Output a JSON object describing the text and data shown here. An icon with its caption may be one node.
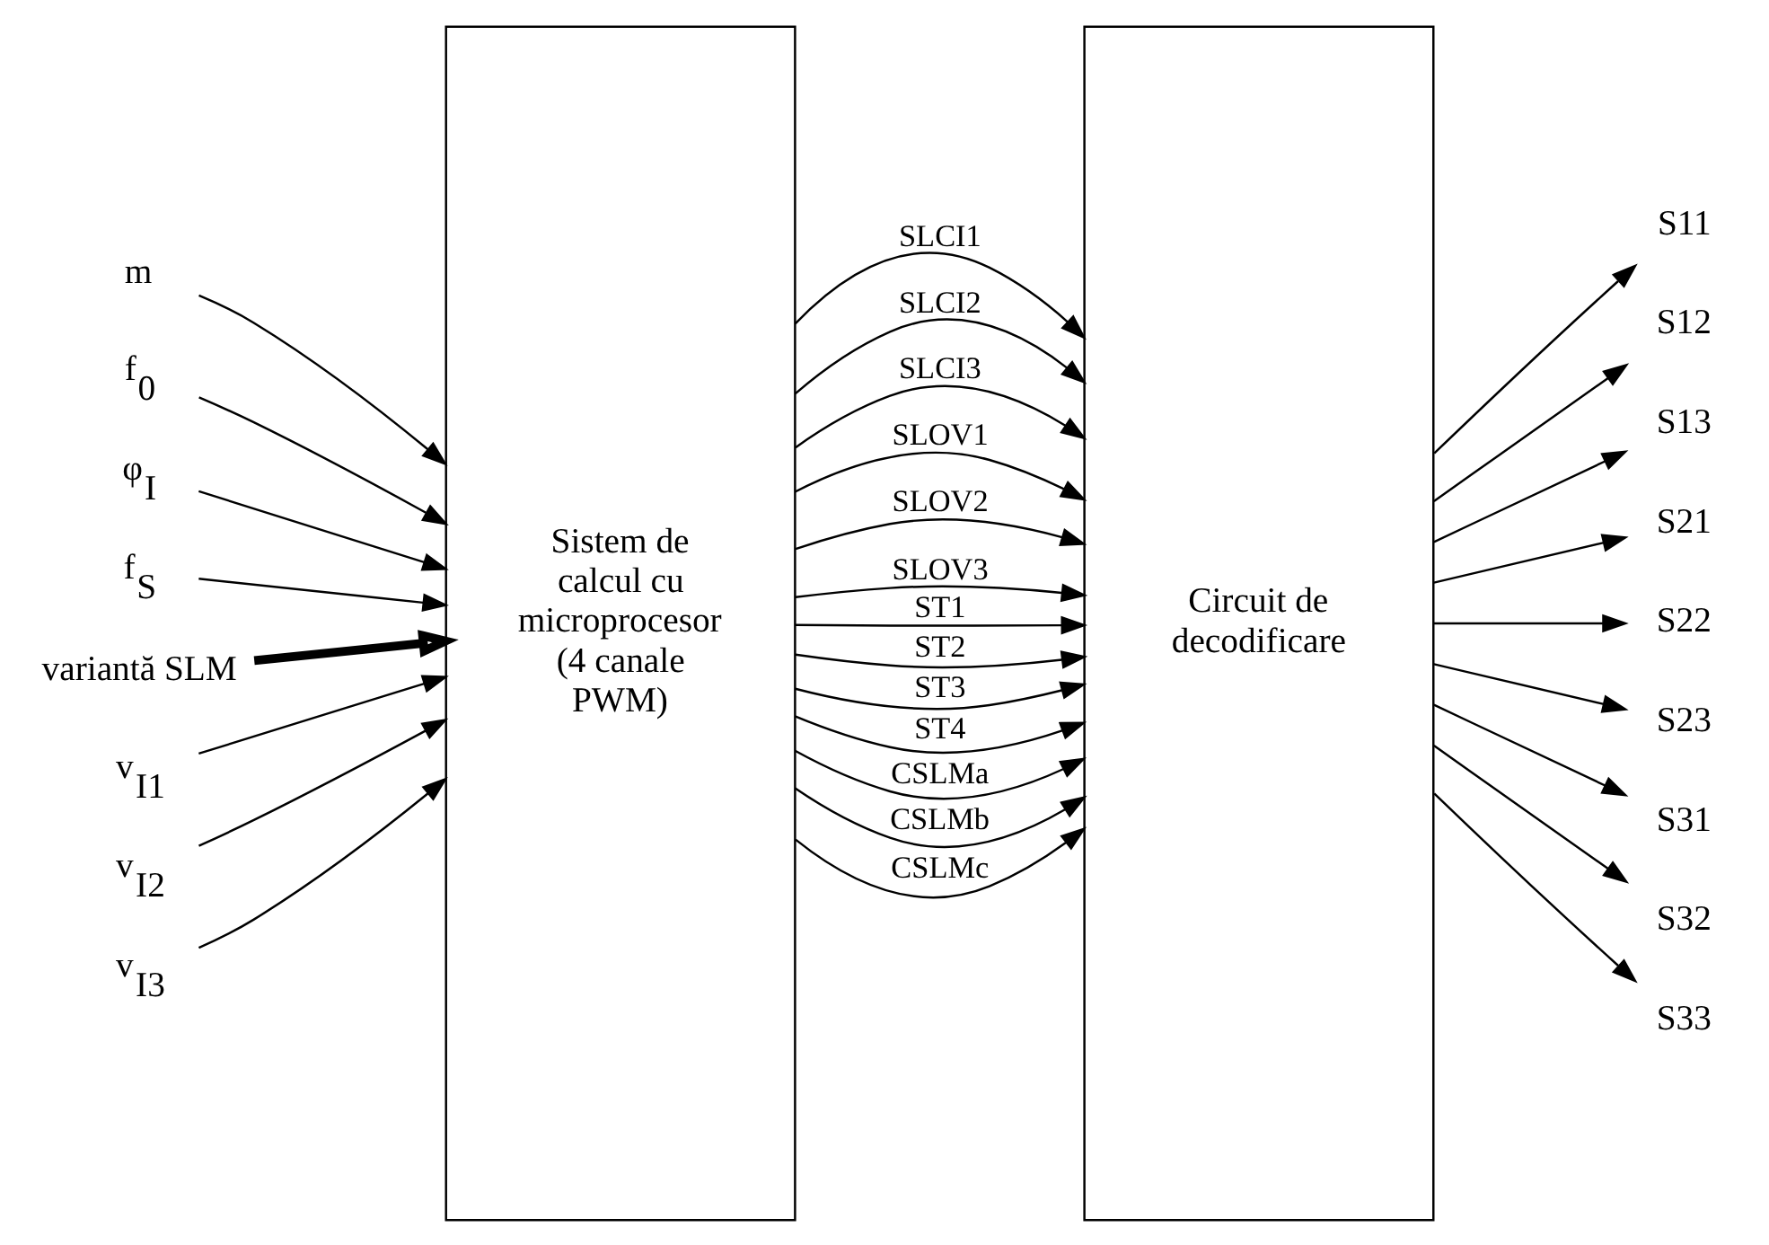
{
  "diagram": {
    "nodes": [
      {
        "text": [
          "m"
        ]
      },
      {
        "text": [
          "f$_{0}$"
        ]
      },
      {
        "text": [
          "φ$_{I}$"
        ]
      },
      {
        "text": [
          "f$_{S}$"
        ]
      },
      {
        "text": [
          "variantă SLM"
        ]
      },
      {
        "text": [
          "v$_{I1}$"
        ]
      },
      {
        "text": [
          "v$_{I2}$"
        ]
      },
      {
        "text": [
          "v$_{I3}$"
        ]
      },
      {
        "text": [
          "Sistem de calcul cu microprocesor (4 canale PWM)"
        ]
      },
      {
        "text": [
          "Circuit de decodificare"
        ]
      },
      {
        "text": [
          "S11"
        ]
      },
      {
        "text": [
          "S12"
        ]
      },
      {
        "text": [
          "S13"
        ]
      },
      {
        "text": [
          "S21"
        ]
      },
      {
        "text": [
          "S22"
        ]
      },
      {
        "text": [
          "S23"
        ]
      },
      {
        "text": [
          "S31"
        ]
      },
      {
        "text": [
          "S32"
        ]
      },
      {
        "text": [
          "S33"
        ]
      }
    ],
    "edges": [
      {
        "from": 0,
        "to": 8,
        "arrow": "to"
      },
      {
        "from": 1,
        "to": 8,
        "arrow": "to"
      },
      {
        "from": 2,
        "to": 8,
        "arrow": "to"
      },
      {
        "from": 3,
        "to": 8,
        "arrow": "to"
      },
      {
        "from": 4,
        "to": 8,
        "arrow": "to",
        "style": "thick"
      },
      {
        "from": 5,
        "to": 8,
        "arrow": "to"
      },
      {
        "from": 6,
        "to": 8,
        "arrow": "to"
      },
      {
        "from": 7,
        "to": 8,
        "arrow": "to"
      },
      {
        "from": 8,
        "to": 9,
        "arrow": "to",
        "label": "SLCI1"
      },
      {
        "from": 8,
        "to": 9,
        "arrow": "to",
        "label": "SLCI2"
      },
      {
        "from": 8,
        "to": 9,
        "arrow": "to",
        "label": "SLCI3"
      },
      {
        "from": 8,
        "to": 9,
        "arrow": "to",
        "label": "SLOV1"
      },
      {
        "from": 8,
        "to": 9,
        "arrow": "to",
        "label": "SLOV2"
      },
      {
        "from": 8,
        "to": 9,
        "arrow": "to",
        "label": "SLOV3"
      },
      {
        "from": 8,
        "to": 9,
        "arrow": "to",
        "label": "ST1"
      },
      {
        "from": 8,
        "to": 9,
        "arrow": "to",
        "label": "ST2"
      },
      {
        "from": 8,
        "to": 9,
        "arrow": "to",
        "label": "ST3"
      },
      {
        "from": 8,
        "to": 9,
        "arrow": "to",
        "label": "ST4"
      },
      {
        "from": 8,
        "to": 9,
        "arrow": "to",
        "label": "CSLMa"
      },
      {
        "from": 8,
        "to": 9,
        "arrow": "to",
        "label": "CSLMb"
      },
      {
        "from": 8,
        "to": 9,
        "arrow": "to",
        "label": "CSLMc"
      },
      {
        "from": 9,
        "to": 10,
        "arrow": "to"
      },
      {
        "from": 9,
        "to": 11,
        "arrow": "to"
      },
      {
        "from": 9,
        "to": 12,
        "arrow": "to"
      },
      {
        "from": 9,
        "to": 13,
        "arrow": "to"
      },
      {
        "from": 9,
        "to": 14,
        "arrow": "to"
      },
      {
        "from": 9,
        "to": 15,
        "arrow": "to"
      },
      {
        "from": 9,
        "to": 16,
        "arrow": "to"
      },
      {
        "from": 9,
        "to": 17,
        "arrow": "to"
      },
      {
        "from": 9,
        "to": 18,
        "arrow": "to"
      }
    ]
  }
}
